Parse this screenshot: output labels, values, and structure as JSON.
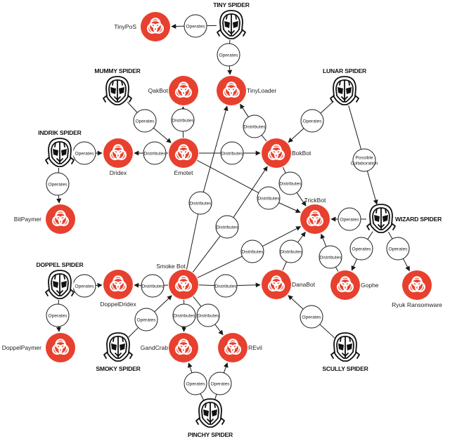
{
  "colors": {
    "malware": "#e8402e",
    "line": "#1a1a1a",
    "background": "#ffffff"
  },
  "actors": [
    {
      "id": "tiny",
      "label": "TINY SPIDER"
    },
    {
      "id": "mummy",
      "label": "MUMMY SPIDER"
    },
    {
      "id": "lunar",
      "label": "LUNAR SPIDER"
    },
    {
      "id": "indrik",
      "label": "INDRIK SPIDER"
    },
    {
      "id": "wizard",
      "label": "WIZARD SPIDER"
    },
    {
      "id": "doppel",
      "label": "DOPPEL SPIDER"
    },
    {
      "id": "smoky",
      "label": "SMOKY SPIDER"
    },
    {
      "id": "scully",
      "label": "SCULLY SPIDER"
    },
    {
      "id": "pinchy",
      "label": "PINCHY SPIDER"
    }
  ],
  "malware": [
    {
      "id": "tinypos",
      "label": "TinyPoS"
    },
    {
      "id": "tinyloader",
      "label": "TinyLoader"
    },
    {
      "id": "qakbot",
      "label": "QakBot"
    },
    {
      "id": "emotet",
      "label": "Emotet"
    },
    {
      "id": "dridex",
      "label": "Dridex"
    },
    {
      "id": "bokbot",
      "label": "BokBot"
    },
    {
      "id": "trickbot",
      "label": "TrickBot"
    },
    {
      "id": "bitpaymer",
      "label": "BitPaymer"
    },
    {
      "id": "smokebot",
      "label": "Smoke Bot"
    },
    {
      "id": "doppeldridex",
      "label": "DoppelDridex"
    },
    {
      "id": "danabot",
      "label": "DanaBot"
    },
    {
      "id": "gophe",
      "label": "Gophe"
    },
    {
      "id": "ryuk",
      "label": "Ryuk Ransomware"
    },
    {
      "id": "doppelpaymer",
      "label": "DoppelPaymer"
    },
    {
      "id": "gandcrab",
      "label": "GandCrab"
    },
    {
      "id": "revil",
      "label": "REvil"
    }
  ],
  "relationships": [
    {
      "from": "tiny",
      "to": "tinypos",
      "label": "Operates"
    },
    {
      "from": "tiny",
      "to": "tinyloader",
      "label": "Operates"
    },
    {
      "from": "mummy",
      "to": "emotet",
      "label": "Operates"
    },
    {
      "from": "emotet",
      "to": "qakbot",
      "label": "Distributes"
    },
    {
      "from": "emotet",
      "to": "dridex",
      "label": "Distributes"
    },
    {
      "from": "emotet",
      "to": "bokbot",
      "label": "Distributes"
    },
    {
      "from": "emotet",
      "to": "trickbot",
      "label": "Distributes"
    },
    {
      "from": "indrik",
      "to": "dridex",
      "label": "Operates"
    },
    {
      "from": "indrik",
      "to": "bitpaymer",
      "label": "Operates"
    },
    {
      "from": "bokbot",
      "to": "tinyloader",
      "label": "Distributes"
    },
    {
      "from": "bokbot",
      "to": "trickbot",
      "label": "Distributes"
    },
    {
      "from": "lunar",
      "to": "bokbot",
      "label": "Operates"
    },
    {
      "from": "lunar",
      "to": "wizard",
      "label": "Possible Collaboration"
    },
    {
      "from": "wizard",
      "to": "trickbot",
      "label": "Operates"
    },
    {
      "from": "wizard",
      "to": "gophe",
      "label": "Operates"
    },
    {
      "from": "wizard",
      "to": "ryuk",
      "label": "Operates"
    },
    {
      "from": "smokebot",
      "to": "tinyloader",
      "label": "Distributes"
    },
    {
      "from": "smokebot",
      "to": "bokbot",
      "label": "Distributes"
    },
    {
      "from": "smokebot",
      "to": "trickbot",
      "label": "Distributes"
    },
    {
      "from": "smokebot",
      "to": "doppeldridex",
      "label": "Distributes"
    },
    {
      "from": "smokebot",
      "to": "danabot",
      "label": "Distributes"
    },
    {
      "from": "smokebot",
      "to": "gandcrab",
      "label": "Distributes"
    },
    {
      "from": "smokebot",
      "to": "revil",
      "label": "Distributes"
    },
    {
      "from": "smoky",
      "to": "smokebot",
      "label": "Operates"
    },
    {
      "from": "danabot",
      "to": "trickbot",
      "label": "Distributes"
    },
    {
      "from": "gophe",
      "to": "trickbot",
      "label": "Distributes"
    },
    {
      "from": "scully",
      "to": "danabot",
      "label": "Operates"
    },
    {
      "from": "doppel",
      "to": "doppeldridex",
      "label": "Operates"
    },
    {
      "from": "doppel",
      "to": "doppelpaymer",
      "label": "Operates"
    },
    {
      "from": "pinchy",
      "to": "gandcrab",
      "label": "Operates"
    },
    {
      "from": "pinchy",
      "to": "revil",
      "label": "Operates"
    }
  ]
}
